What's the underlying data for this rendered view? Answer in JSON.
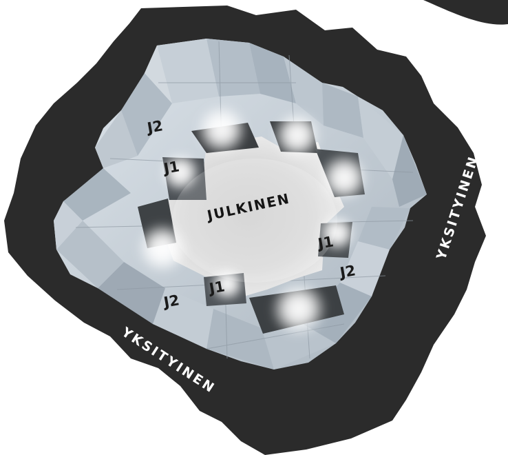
{
  "diagram": {
    "labels": {
      "center": "JULKINEN",
      "outer_right": "YKSITYINEN",
      "outer_left": "YKSITYINEN",
      "j2_top_left": "J2",
      "j1_top_left": "J1",
      "j1_right": "J1",
      "j2_right": "J2",
      "j1_bottom": "J1",
      "j2_bottom_left": "J2"
    },
    "colors": {
      "background": "#ffffff",
      "dark_mass": "#2b2b2b",
      "glass": "#b9c3cc",
      "glass_light": "#e3e9ef",
      "court": "#d4d4d4",
      "glow": "#ffffff"
    }
  }
}
